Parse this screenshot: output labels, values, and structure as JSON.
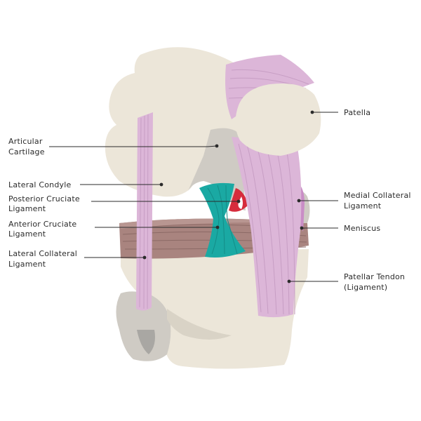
{
  "colors": {
    "bone": "#ece6d9",
    "bone_shadow": "#cfcbc4",
    "bone_dark": "#a9a7a3",
    "ligament": "#dcb6d8",
    "ligament_line": "#c79ec4",
    "acl": "#1aa9a3",
    "pcl": "#d62c3c",
    "meniscus": "#a9847f",
    "meniscus_line": "#8c6a66",
    "text": "#2b2b2b"
  },
  "labels": {
    "articular_cartilage": [
      "Articular",
      "Cartilage"
    ],
    "lateral_condyle": [
      "Lateral Condyle"
    ],
    "posterior_cruciate": [
      "Posterior Cruciate",
      "Ligament"
    ],
    "anterior_cruciate": [
      "Anterior Cruciate",
      "Ligament"
    ],
    "lateral_collateral": [
      "Lateral Collateral",
      "Ligament"
    ],
    "patella": [
      "Patella"
    ],
    "medial_collateral": [
      "Medial Collateral",
      "Ligament"
    ],
    "meniscus": [
      "Meniscus"
    ],
    "patellar_tendon": [
      "Patellar Tendon",
      "(Ligament)"
    ]
  }
}
